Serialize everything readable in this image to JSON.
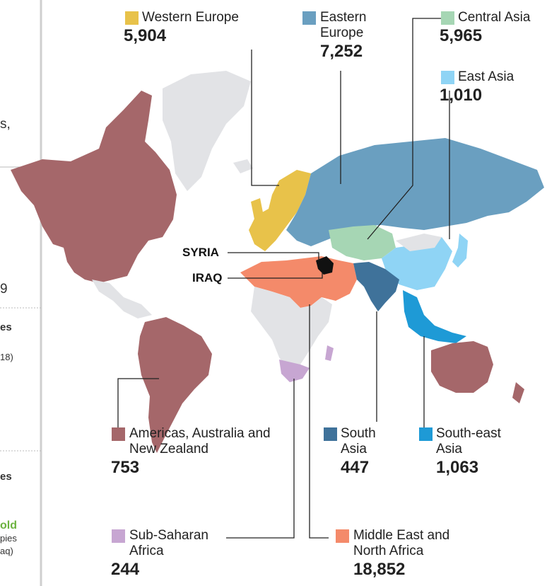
{
  "left_panel": {
    "frag1": "s,",
    "frag2": "9",
    "frag3": "es",
    "frag4": "18)",
    "frag5": "es",
    "frag6": "old",
    "frag7": "pies",
    "frag8": "aq)"
  },
  "countries": {
    "syria": "SYRIA",
    "iraq": "IRAQ"
  },
  "regions": [
    {
      "name": "Western Europe",
      "value": "5,904",
      "color": "#e8c24a"
    },
    {
      "name": "Eastern Europe",
      "value": "7,252",
      "color": "#6a9fc0"
    },
    {
      "name": "Central Asia",
      "value": "5,965",
      "color": "#a6d6b4"
    },
    {
      "name": "East Asia",
      "value": "1,010",
      "color": "#8fd4f5"
    },
    {
      "name": "Americas, Australia and New Zealand",
      "value": "753",
      "color": "#a5676a"
    },
    {
      "name": "South Asia",
      "value": "447",
      "color": "#3f729a"
    },
    {
      "name": "South-east Asia",
      "value": "1,063",
      "color": "#1e9ad6"
    },
    {
      "name": "Sub-Saharan Africa",
      "value": "244",
      "color": "#c7a6d2"
    },
    {
      "name": "Middle East and North Africa",
      "value": "18,852",
      "color": "#f48a6a"
    }
  ]
}
